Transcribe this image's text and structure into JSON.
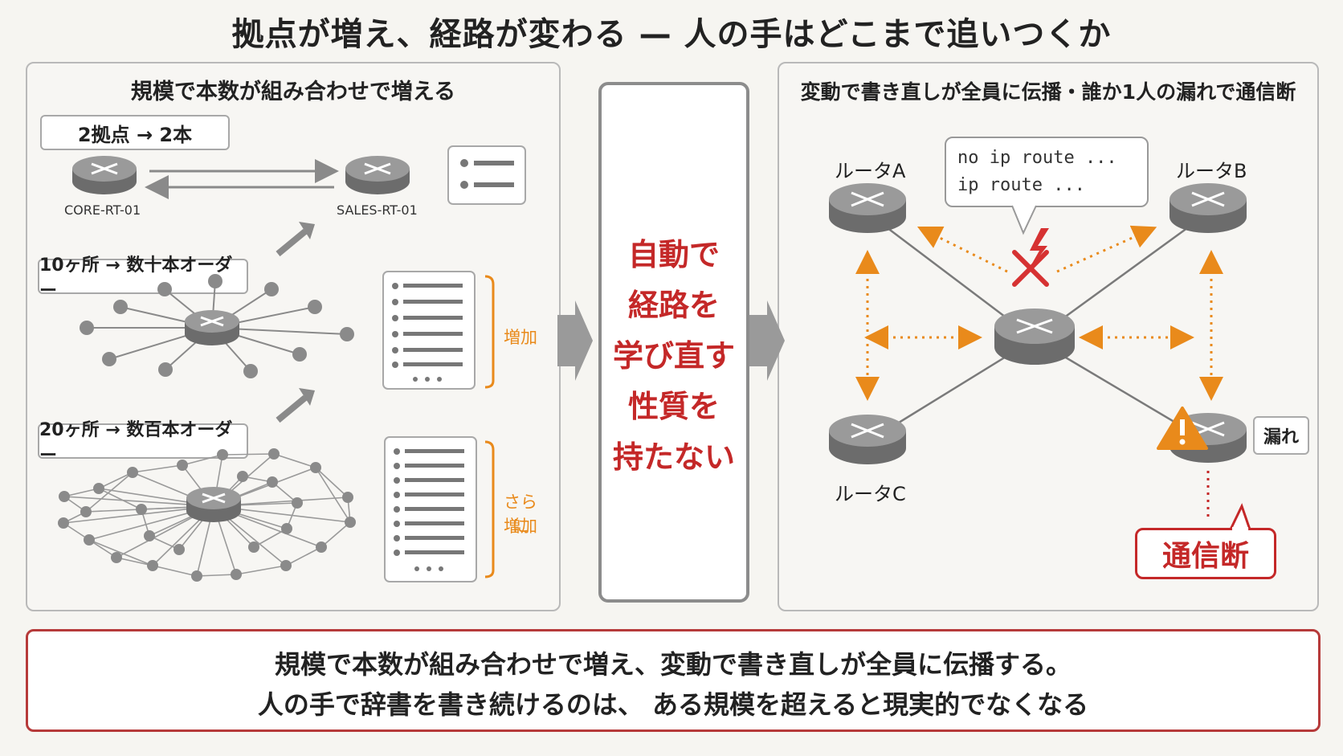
{
  "title": "拠点が増え、経路が変わる — 人の手はどこまで追いつくか",
  "left_panel": {
    "title": "規模で本数が組み合わせで増える",
    "row1_label": "2拠点 → 2本",
    "row1_router_a": "CORE-RT-01",
    "row1_router_b": "SALES-RT-01",
    "row2_label": "10ヶ所 → 数十本オーダー",
    "row2_note": "増加",
    "row3_label": "20ヶ所 → 数百本オーダー",
    "row3_note_line1": "さらに",
    "row3_note_line2": "増加"
  },
  "center": {
    "lines": [
      "自動で",
      "経路を",
      "学び直す",
      "性質を",
      "持たない"
    ]
  },
  "right_panel": {
    "title": "変動で書き直しが全員に伝播・誰か1人の漏れで通信断",
    "speech_line1": "no ip route ...",
    "speech_line2": "ip route ...",
    "router_a": "ルータA",
    "router_b": "ルータB",
    "router_c": "ルータC",
    "leak_label": "漏れ",
    "outage_label": "通信断"
  },
  "summary": {
    "line1": "規模で本数が組み合わせで増え、変動で書き直しが全員に伝播する。",
    "line2": "人の手で辞書を書き続けるのは、 ある規模を超えると現実的でなくなる"
  },
  "colors": {
    "accent_red": "#c42828",
    "accent_orange": "#e98a1b",
    "router_gray": "#7a7a7a"
  }
}
